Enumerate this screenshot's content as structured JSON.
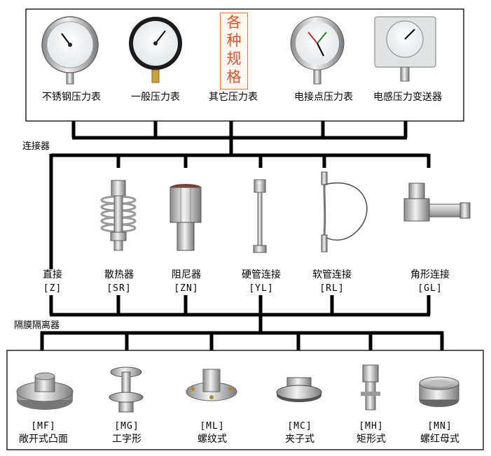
{
  "top_header_partial": "",
  "gauges": [
    {
      "label": "不锈钢压力表",
      "icon": "stainless-pressure-gauge-icon"
    },
    {
      "label": "一般压力表",
      "icon": "general-pressure-gauge-icon"
    },
    {
      "label": "其它压力表",
      "icon": "other-pressure-gauge-icon"
    },
    {
      "label": "电接点压力表",
      "icon": "electric-contact-pressure-gauge-icon"
    },
    {
      "label": "电感压力变送器",
      "icon": "inductive-pressure-transmitter-icon"
    }
  ],
  "stamp": {
    "chars": [
      "各",
      "种",
      "规",
      "格"
    ]
  },
  "connector_section_label": "连接器",
  "connectors": [
    {
      "name": "直接",
      "code": "[Z]"
    },
    {
      "name": "散热器",
      "code": "[SR]",
      "icon": "radiator-coil-icon"
    },
    {
      "name": "阻尼器",
      "code": "[ZN]",
      "icon": "damper-fitting-icon"
    },
    {
      "name": "硬管连接",
      "code": "[YL]",
      "icon": "rigid-pipe-icon"
    },
    {
      "name": "软管连接",
      "code": "[RL]",
      "icon": "flexible-hose-icon"
    },
    {
      "name": "角形连接",
      "code": "[GL]",
      "icon": "angle-fitting-icon"
    }
  ],
  "diaphragm_section_label": "隔膜隔离器",
  "diaphragms": [
    {
      "code": "[MF]",
      "name": "敞开式凸面",
      "icon": "open-flange-icon"
    },
    {
      "code": "[MG]",
      "name": "工字形",
      "icon": "i-shape-icon"
    },
    {
      "code": "[ML]",
      "name": "螺纹式",
      "icon": "threaded-seal-icon"
    },
    {
      "code": "[MC]",
      "name": "夹子式",
      "icon": "clamp-seal-icon"
    },
    {
      "code": "[MH]",
      "name": "矩形式",
      "icon": "rectangular-seal-icon"
    },
    {
      "code": "[MN]",
      "name": "螺红母式",
      "icon": "nut-seal-icon"
    }
  ],
  "colors": {
    "line": "#000000",
    "frame": "#222222",
    "metal_light": "#d9d9d9",
    "metal_dark": "#7a7a7a",
    "stamp_text": "#e0522c"
  }
}
